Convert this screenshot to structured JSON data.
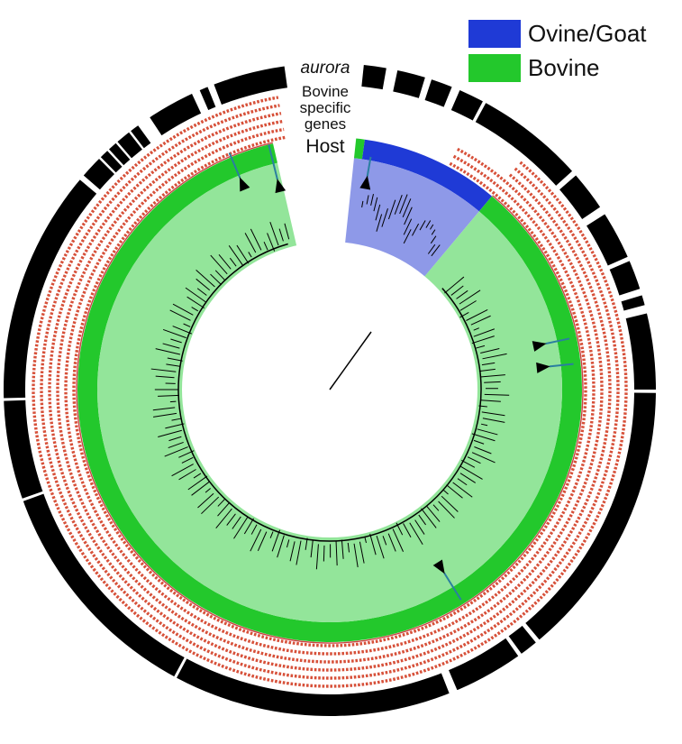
{
  "legend": {
    "items": [
      {
        "label": "Ovine/Goat",
        "color": "#1f3ad6"
      },
      {
        "label": "Bovine",
        "color": "#23c82c"
      }
    ]
  },
  "ring_labels": {
    "aurora": "aurora",
    "bovine_genes_line1": "Bovine",
    "bovine_genes_line2": "specific",
    "bovine_genes_line3": "genes",
    "host": "Host"
  },
  "colors": {
    "ovine_fill": "#8e99e8",
    "bovine_fill": "#93e59a",
    "ovine_ring": "#1f3ad6",
    "bovine_ring": "#23c82c",
    "gene_dots": "#d7513a",
    "aurora_ring": "#000000",
    "marker": "#000000",
    "highlight_line": "#2a7fa0"
  }
}
